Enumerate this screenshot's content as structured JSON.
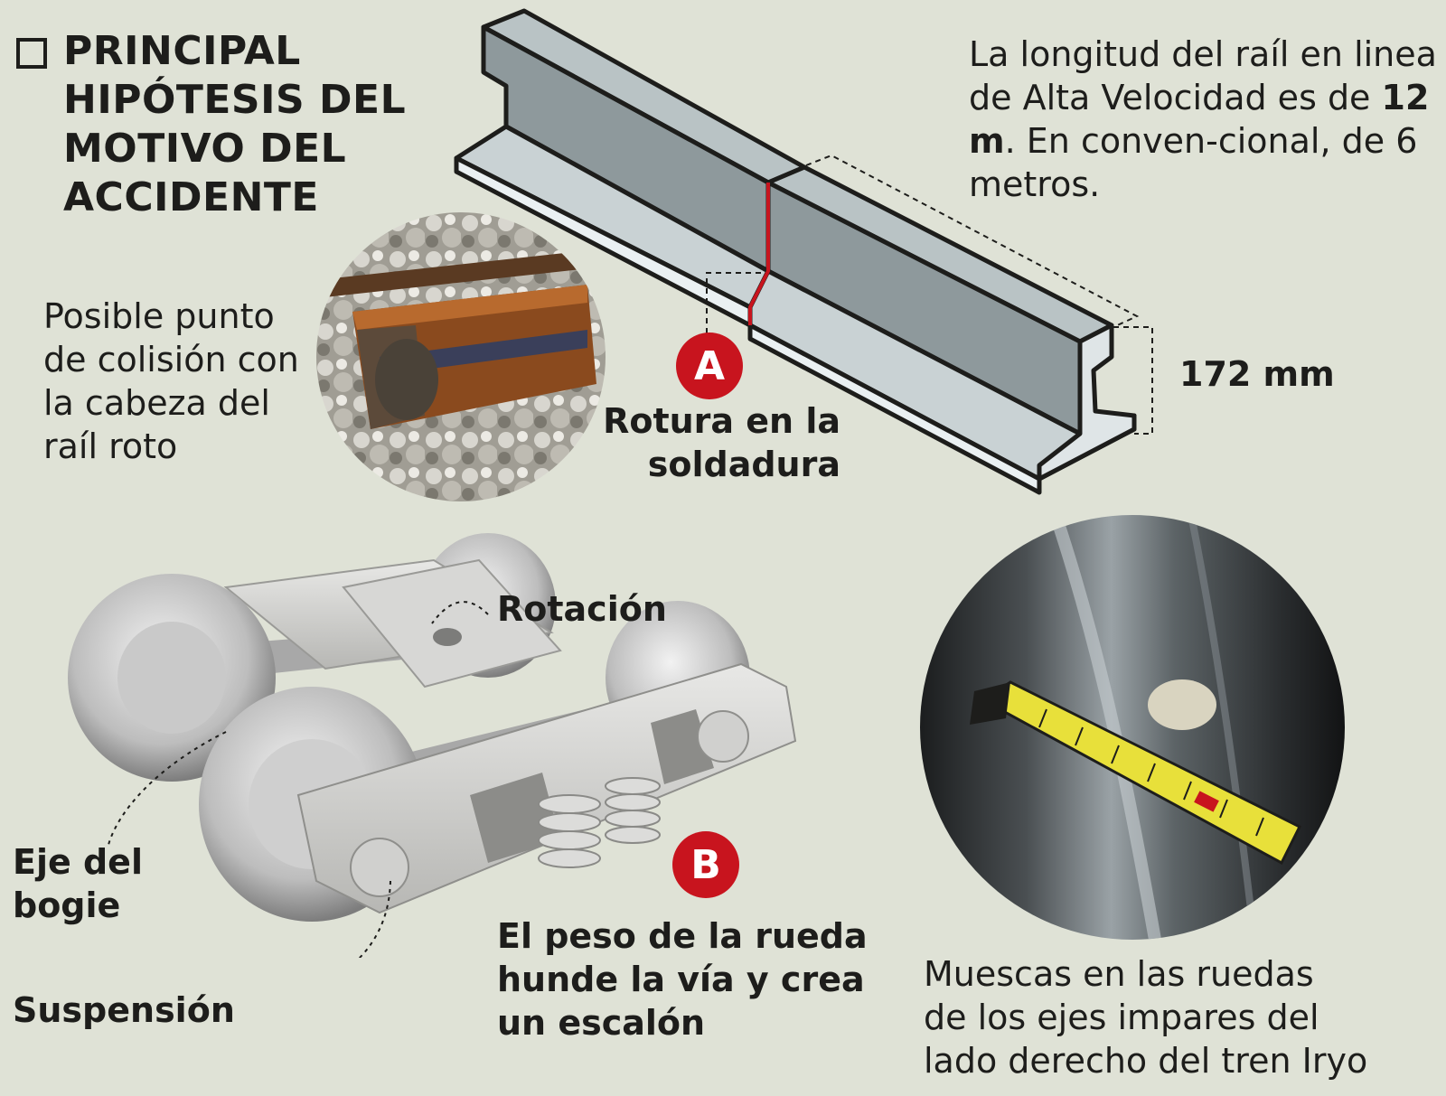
{
  "title": {
    "line1": "PRINCIPAL",
    "line2": "HIPÓTESIS DEL",
    "line3": "MOTIVO DEL",
    "line4": "ACCIDENTE"
  },
  "rail_info": {
    "before": "La longitud del raíl en linea de Alta Velocidad es de ",
    "hs_length": "12 m",
    "after": ". En conven-cional, de 6 metros."
  },
  "rail_height": "172 mm",
  "photo1_caption": "Posible punto de colisión con la cabeza del raíl roto",
  "marker_a": "A",
  "marker_a_label": {
    "line1": "Rotura en la",
    "line2": "soldadura"
  },
  "bogie": {
    "rotation_label": "Rotación",
    "axle_label_line1": "Eje del",
    "axle_label_line2": "bogie",
    "suspension_label": "Suspensión"
  },
  "marker_b": "B",
  "marker_b_label": {
    "line1": "El peso de la rueda",
    "line2": "hunde la vía y crea",
    "line3": "un escalón"
  },
  "photo2_caption": {
    "line1": "Muescas en las ruedas",
    "line2": "de los ejes impares del",
    "line3": "lado derecho del tren Iryo"
  },
  "colors": {
    "background": "#dfe2d6",
    "accent_red": "#c8141e",
    "rail_steel": "#a9b3b5",
    "tape_yellow": "#e8e03a"
  }
}
